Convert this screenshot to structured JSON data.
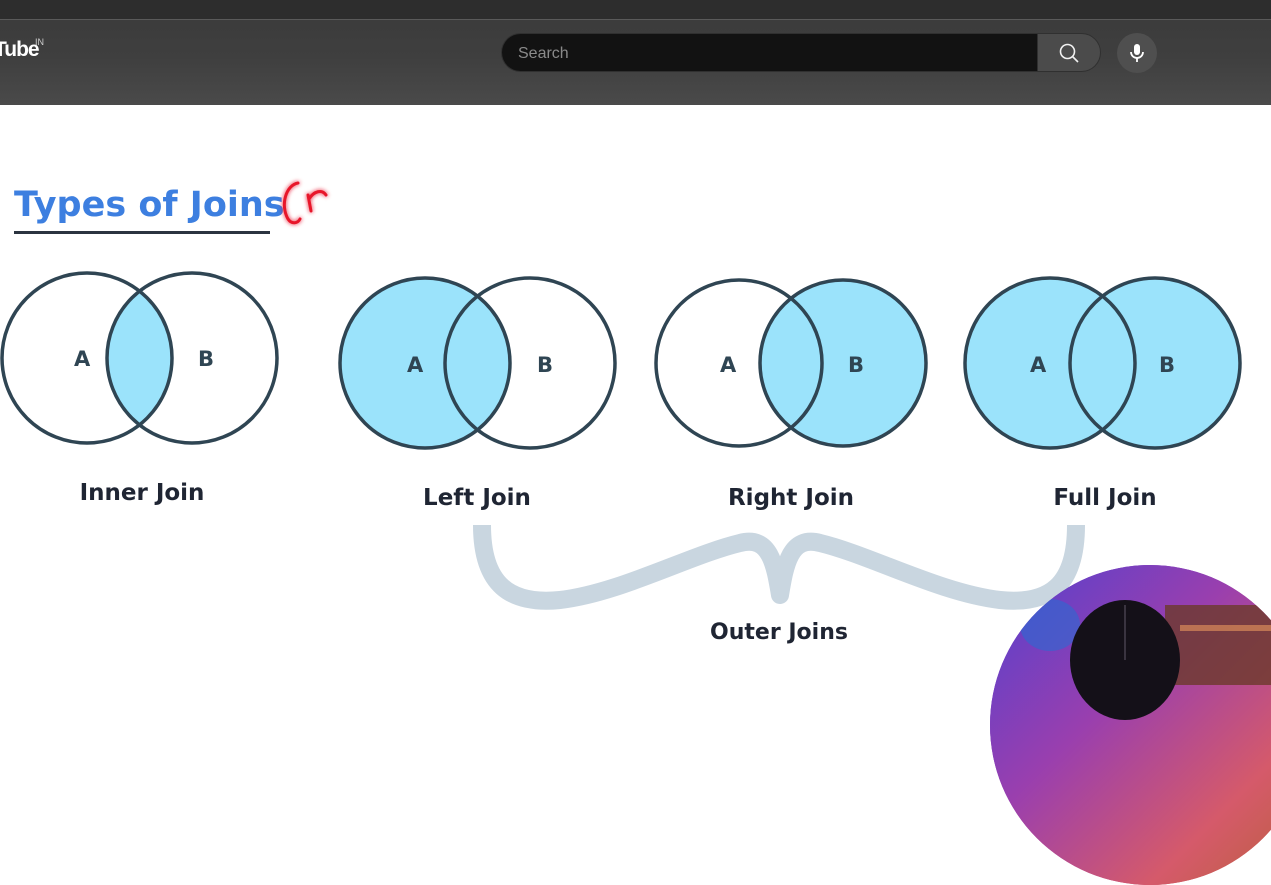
{
  "browser": {
    "search_placeholder": "Search",
    "logo_text": "Tube",
    "logo_region": "IN"
  },
  "slide": {
    "title": "Types of Joins",
    "joins": [
      {
        "label": "Inner Join",
        "set_a": "A",
        "set_b": "B",
        "highlight": "intersection"
      },
      {
        "label": "Left Join",
        "set_a": "A",
        "set_b": "B",
        "highlight": "left"
      },
      {
        "label": "Right Join",
        "set_a": "A",
        "set_b": "B",
        "highlight": "right"
      },
      {
        "label": "Full Join",
        "set_a": "A",
        "set_b": "B",
        "highlight": "full"
      }
    ],
    "group_label": "Outer Joins",
    "fill_color": "#9be3fb",
    "stroke_color": "#2f4553",
    "title_color": "#3d7fe0",
    "annotation_color": "#e8142a"
  }
}
